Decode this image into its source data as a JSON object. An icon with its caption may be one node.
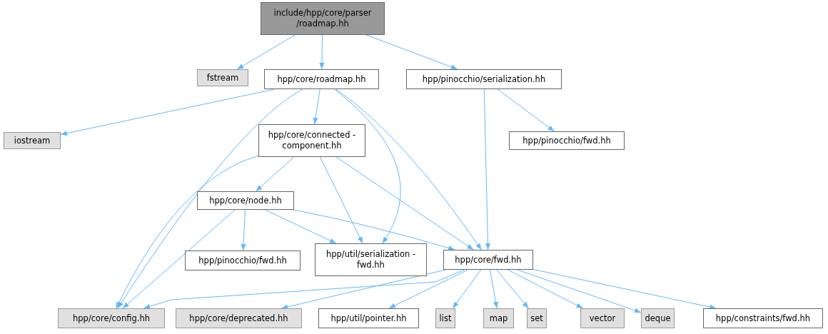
{
  "diagram": {
    "nodes": [
      {
        "text": [
          "include/hpp/core/parser /roadmap.hh"
        ]
      },
      {
        "text": [
          "fstream"
        ]
      },
      {
        "text": [
          "hpp/core/roadmap.hh"
        ]
      },
      {
        "text": [
          "hpp/pinocchio/serialization.hh"
        ]
      },
      {
        "text": [
          "iostream"
        ]
      },
      {
        "text": [
          "hpp/core/connected -component.hh"
        ]
      },
      {
        "text": [
          "hpp/pinocchio/fwd.hh"
        ]
      },
      {
        "text": [
          "hpp/core/node.hh"
        ]
      },
      {
        "text": [
          "hpp/pinocchio/fwd.hh"
        ]
      },
      {
        "text": [
          "hpp/util/serialization -fwd.hh"
        ]
      },
      {
        "text": [
          "hpp/core/fwd.hh"
        ]
      },
      {
        "text": [
          "hpp/core/config.hh"
        ]
      },
      {
        "text": [
          "hpp/core/deprecated.hh"
        ]
      },
      {
        "text": [
          "hpp/util/pointer.hh"
        ]
      },
      {
        "text": [
          "list"
        ]
      },
      {
        "text": [
          "map"
        ]
      },
      {
        "text": [
          "set"
        ]
      },
      {
        "text": [
          "vector"
        ]
      },
      {
        "text": [
          "deque"
        ]
      },
      {
        "text": [
          "hpp/constraints/fwd.hh"
        ]
      }
    ],
    "edges": [
      {
        "from": 0,
        "to": 1,
        "arrow": "to"
      },
      {
        "from": 0,
        "to": 2,
        "arrow": "to"
      },
      {
        "from": 0,
        "to": 3,
        "arrow": "to"
      },
      {
        "from": 2,
        "to": 4,
        "arrow": "to"
      },
      {
        "from": 2,
        "to": 11,
        "arrow": "to"
      },
      {
        "from": 2,
        "to": 5,
        "arrow": "to"
      },
      {
        "from": 2,
        "to": 9,
        "arrow": "to"
      },
      {
        "from": 2,
        "to": 10,
        "arrow": "to"
      },
      {
        "from": 3,
        "to": 10,
        "arrow": "to"
      },
      {
        "from": 3,
        "to": 6,
        "arrow": "to"
      },
      {
        "from": 5,
        "to": 11,
        "arrow": "to"
      },
      {
        "from": 5,
        "to": 7,
        "arrow": "to"
      },
      {
        "from": 5,
        "to": 9,
        "arrow": "to"
      },
      {
        "from": 5,
        "to": 10,
        "arrow": "to"
      },
      {
        "from": 7,
        "to": 11,
        "arrow": "to"
      },
      {
        "from": 7,
        "to": 8,
        "arrow": "to"
      },
      {
        "from": 7,
        "to": 9,
        "arrow": "to"
      },
      {
        "from": 7,
        "to": 10,
        "arrow": "to"
      },
      {
        "from": 10,
        "to": 11,
        "arrow": "to"
      },
      {
        "from": 10,
        "to": 12,
        "arrow": "to"
      },
      {
        "from": 10,
        "to": 13,
        "arrow": "to"
      },
      {
        "from": 10,
        "to": 14,
        "arrow": "to"
      },
      {
        "from": 10,
        "to": 15,
        "arrow": "to"
      },
      {
        "from": 10,
        "to": 16,
        "arrow": "to"
      },
      {
        "from": 10,
        "to": 17,
        "arrow": "to"
      },
      {
        "from": 10,
        "to": 18,
        "arrow": "to"
      },
      {
        "from": 10,
        "to": 19,
        "arrow": "to"
      }
    ]
  }
}
